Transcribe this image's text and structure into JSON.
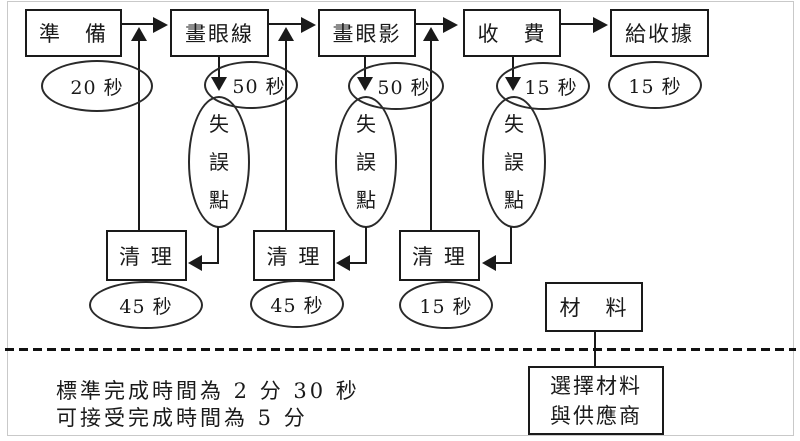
{
  "colors": {
    "line": "#1a1a1a",
    "background": "#ffffff"
  },
  "flow": {
    "stations": [
      {
        "label": "準　備",
        "time": "20 秒"
      },
      {
        "label": "畫眼線",
        "time": "50 秒"
      },
      {
        "label": "畫眼影",
        "time": "50 秒"
      },
      {
        "label": "收　費",
        "time": "15 秒"
      },
      {
        "label": "給收據",
        "time": "15 秒"
      }
    ],
    "error_points": [
      {
        "label": "失誤點"
      },
      {
        "label": "失誤點"
      },
      {
        "label": "失誤點"
      }
    ],
    "cleanups": [
      {
        "label": "清 理",
        "time": "45 秒"
      },
      {
        "label": "清 理",
        "time": "45 秒"
      },
      {
        "label": "清 理",
        "time": "15 秒"
      }
    ],
    "materials": {
      "label": "材　料",
      "selection_line1": "選擇材料",
      "selection_line2": "與供應商"
    },
    "notes": {
      "line1": "標準完成時間為 2 分 30 秒",
      "line2": "可接受完成時間為 5 分"
    }
  }
}
